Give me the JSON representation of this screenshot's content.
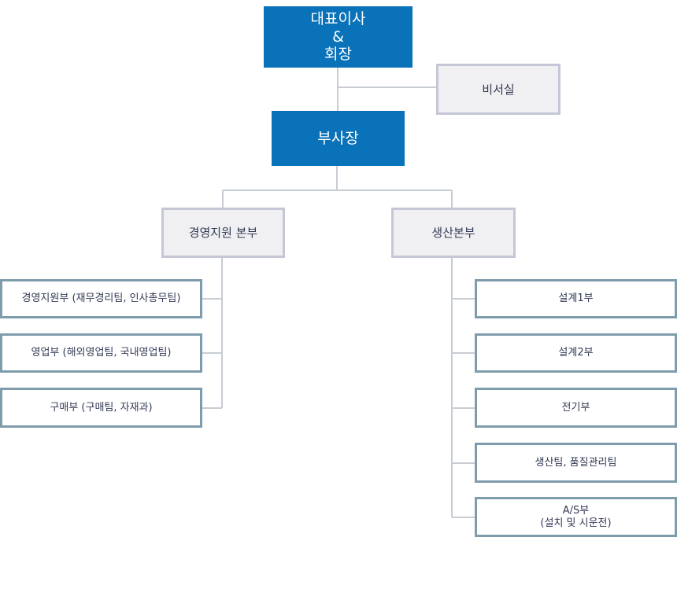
{
  "colors": {
    "executive": "#0a72b8",
    "connector": "#c8cdd4"
  },
  "ceo": {
    "line1": "대표이사",
    "line2": "&",
    "line3": "회장"
  },
  "secretary": {
    "label": "비서실"
  },
  "vice_president": {
    "label": "부사장"
  },
  "divisions": {
    "management_support": {
      "label": "경영지원 본부"
    },
    "production": {
      "label": "생산본부"
    }
  },
  "management_departments": [
    {
      "label": "경영지원부 (재무경리팀, 인사총무팀)"
    },
    {
      "label": "영업부 (해외영업팀, 국내영업팀)"
    },
    {
      "label": "구매부 (구매팀, 자재과)"
    }
  ],
  "production_departments": [
    {
      "label": "설계1부"
    },
    {
      "label": "설계2부"
    },
    {
      "label": "전기부"
    },
    {
      "label": "생산팀, 품질관리팀"
    },
    {
      "label": "A/S부",
      "sub": "(설치 및 시운전)"
    }
  ]
}
